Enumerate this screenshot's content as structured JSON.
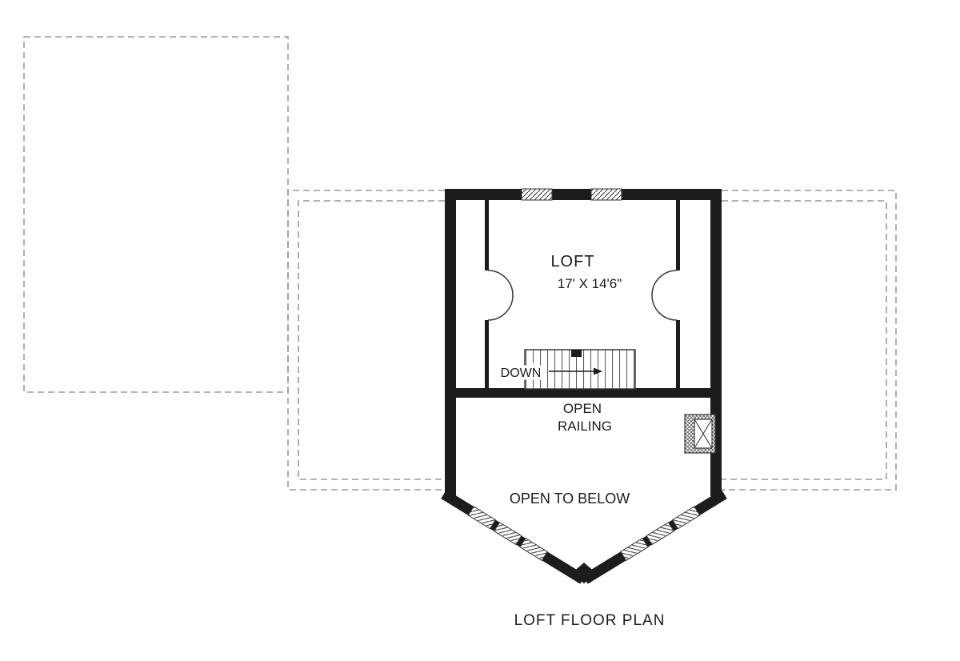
{
  "labels": {
    "room_name": "LOFT",
    "room_dimensions": "17' X 14'6\"",
    "stair_direction": "DOWN",
    "railing_line1": "OPEN",
    "railing_line2": "RAILING",
    "open_to_below": "OPEN TO BELOW",
    "plan_title": "LOFT FLOOR PLAN"
  },
  "colors": {
    "wall": "#1c1c1c",
    "thin_line": "#3a3a3a",
    "dashed_line": "#9a9a9a",
    "background": "#ffffff",
    "text": "#1c1c1c"
  }
}
